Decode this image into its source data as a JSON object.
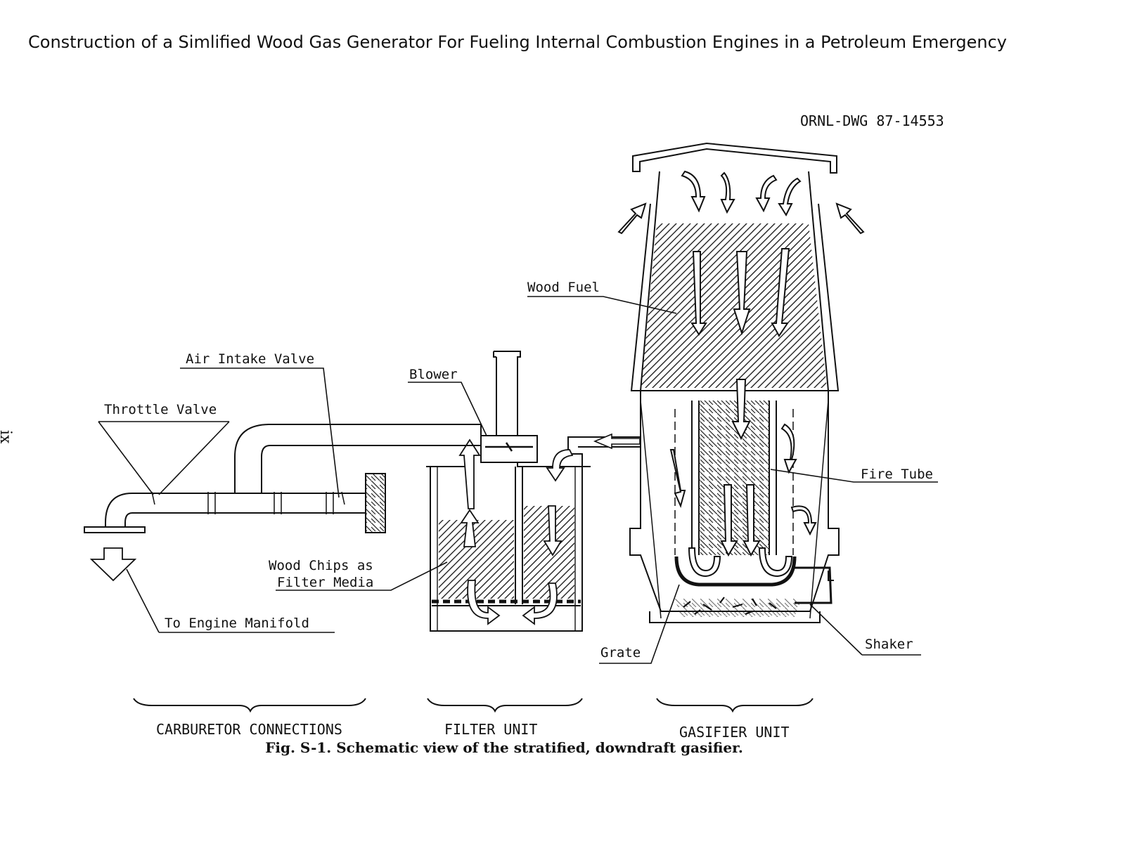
{
  "page_title": "Construction of a Simlified Wood Gas Generator For Fueling Internal Combustion Engines in a Petroleum Emergency",
  "page_number": "ix",
  "drawing_code": "ORNL-DWG 87-14553",
  "labels": {
    "wood_fuel": "Wood Fuel",
    "air_intake_valve": "Air Intake Valve",
    "blower": "Blower",
    "throttle_valve": "Throttle Valve",
    "fire_tube": "Fire Tube",
    "wood_chips_line1": "Wood Chips as",
    "wood_chips_line2": "Filter Media",
    "to_engine_manifold": "To Engine Manifold",
    "grate": "Grate",
    "shaker": "Shaker"
  },
  "sections": {
    "carburetor": "CARBURETOR CONNECTIONS",
    "filter": "FILTER UNIT",
    "gasifier": "GASIFIER UNIT"
  },
  "caption": "Fig. S-1. Schematic view of the stratified, downdraft gasifier."
}
